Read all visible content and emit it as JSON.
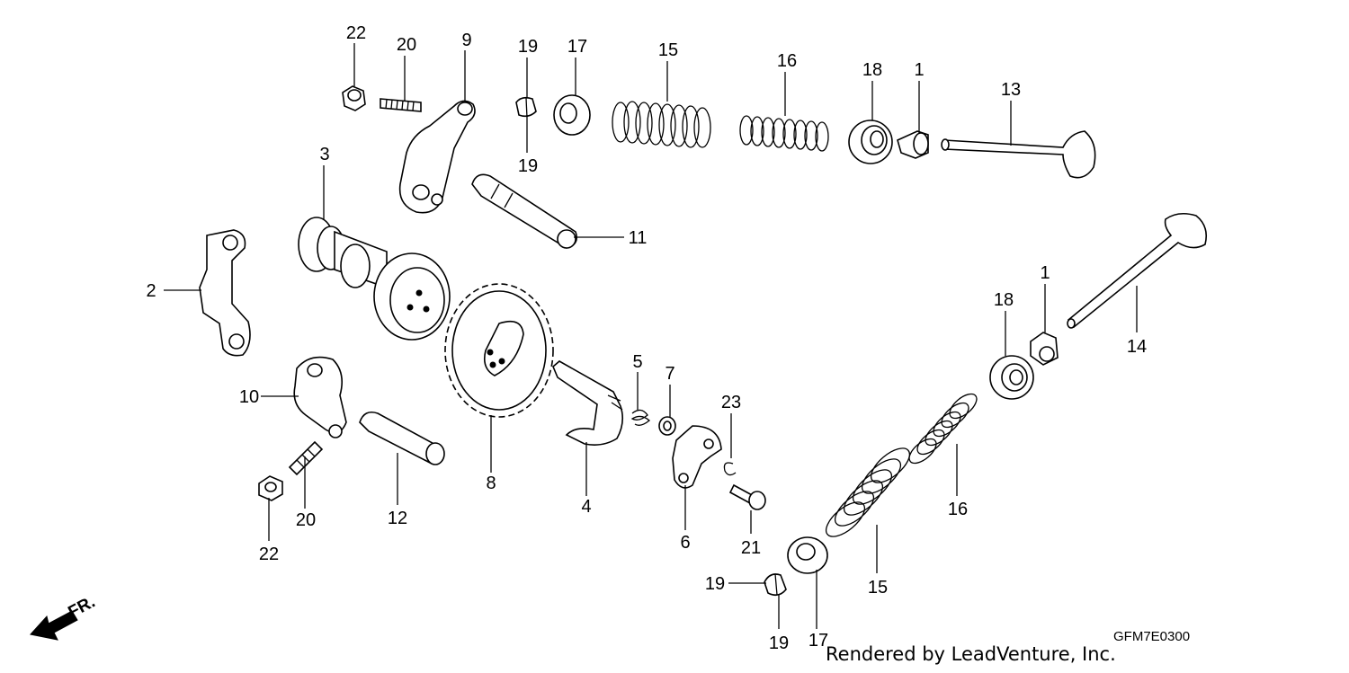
{
  "diagram": {
    "callouts": [
      {
        "id": "c-22a",
        "label": "22"
      },
      {
        "id": "c-20a",
        "label": "20"
      },
      {
        "id": "c-9",
        "label": "9"
      },
      {
        "id": "c-19a",
        "label": "19"
      },
      {
        "id": "c-19b",
        "label": "19"
      },
      {
        "id": "c-17a",
        "label": "17"
      },
      {
        "id": "c-15a",
        "label": "15"
      },
      {
        "id": "c-16a",
        "label": "16"
      },
      {
        "id": "c-18a",
        "label": "18"
      },
      {
        "id": "c-1a",
        "label": "1"
      },
      {
        "id": "c-13",
        "label": "13"
      },
      {
        "id": "c-3",
        "label": "3"
      },
      {
        "id": "c-11",
        "label": "11"
      },
      {
        "id": "c-2",
        "label": "2"
      },
      {
        "id": "c-14",
        "label": "14"
      },
      {
        "id": "c-1b",
        "label": "1"
      },
      {
        "id": "c-18b",
        "label": "18"
      },
      {
        "id": "c-10",
        "label": "10"
      },
      {
        "id": "c-5",
        "label": "5"
      },
      {
        "id": "c-7",
        "label": "7"
      },
      {
        "id": "c-23",
        "label": "23"
      },
      {
        "id": "c-8",
        "label": "8"
      },
      {
        "id": "c-4",
        "label": "4"
      },
      {
        "id": "c-16b",
        "label": "16"
      },
      {
        "id": "c-6",
        "label": "6"
      },
      {
        "id": "c-21",
        "label": "21"
      },
      {
        "id": "c-20b",
        "label": "20"
      },
      {
        "id": "c-12",
        "label": "12"
      },
      {
        "id": "c-22b",
        "label": "22"
      },
      {
        "id": "c-15b",
        "label": "15"
      },
      {
        "id": "c-19c",
        "label": "19"
      },
      {
        "id": "c-19d",
        "label": "19"
      },
      {
        "id": "c-17b",
        "label": "17"
      }
    ],
    "direction_label": "FR.",
    "figure_code": "GFM7E0300",
    "credit": "Rendered by LeadVenture, Inc."
  }
}
